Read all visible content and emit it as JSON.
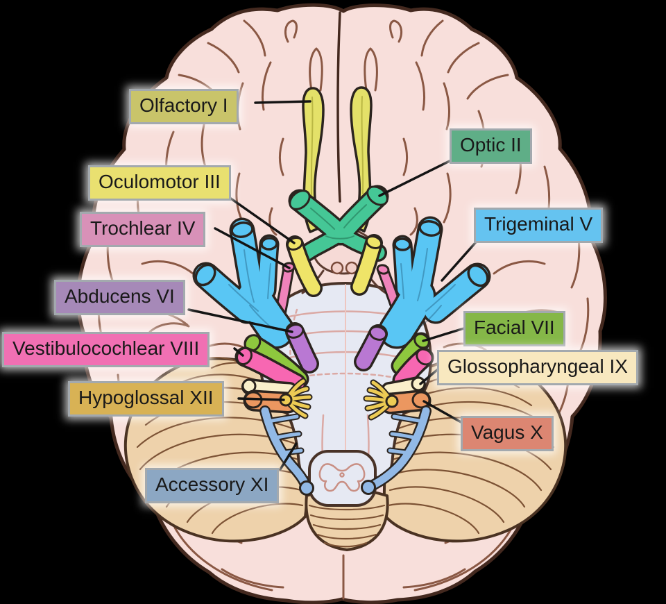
{
  "palette": {
    "background": "#000000",
    "cerebrum": "#f8dfdb",
    "cerebrum_outline": "#44291f",
    "sulcus": "#8a5844",
    "cerebellum": "#eed2ab",
    "cerebellum_outline": "#4a3222",
    "cerebellum_line": "#7c5234",
    "brainstem": "#e6e9f3",
    "brainstem_outline": "#483227",
    "brainstem_detail": "#dba9a4",
    "butterfly": "#c98f84",
    "nerve_outline": "#2b241f",
    "leader_line": "#141414",
    "label_border": "#a3a9ae",
    "label_text": "#191919"
  },
  "nerves": {
    "olfactory": "#e4e169",
    "optic": "#45c796",
    "oculomotor": "#efe468",
    "trochlear": "#f083bb",
    "trigeminal": "#59c6f4",
    "abducens": "#b978d3",
    "facial": "#8ec83e",
    "vestibulocochlear": "#f767b2",
    "glossopharyngeal": "#faf0cb",
    "vagus": "#eb9760",
    "hypoglossal": "#edcb54",
    "accessory": "#92b9e6"
  },
  "labels": [
    {
      "nerve": "olfactory",
      "text": "Olfactory I",
      "bg": "#c9c46a"
    },
    {
      "nerve": "optic",
      "text": "Optic II",
      "bg": "#5fae87"
    },
    {
      "nerve": "oculomotor",
      "text": "Oculomotor III",
      "bg": "#e9e070"
    },
    {
      "nerve": "trochlear",
      "text": "Trochlear IV",
      "bg": "#d891b8"
    },
    {
      "nerve": "trigeminal",
      "text": "Trigeminal V",
      "bg": "#65c3f0"
    },
    {
      "nerve": "abducens",
      "text": "Abducens VI",
      "bg": "#a689b8"
    },
    {
      "nerve": "facial",
      "text": "Facial VII",
      "bg": "#85b748"
    },
    {
      "nerve": "vestibulocochlear",
      "text": "Vestibulocochlear VIII",
      "bg": "#f170b3"
    },
    {
      "nerve": "glossopharyngeal",
      "text": "Glossopharyngeal IX",
      "bg": "#f8e8bf"
    },
    {
      "nerve": "hypoglossal",
      "text": "Hypoglossal XII",
      "bg": "#d8b255"
    },
    {
      "nerve": "vagus",
      "text": "Vagus X",
      "bg": "#dc8672"
    },
    {
      "nerve": "accessory",
      "text": "Accessory XI",
      "bg": "#8ca7c3"
    }
  ]
}
